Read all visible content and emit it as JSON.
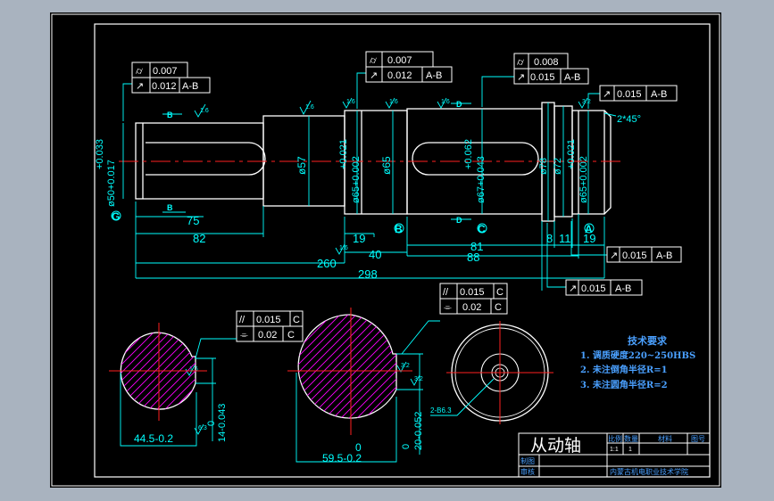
{
  "colors": {
    "background": "#a9b3bf",
    "paper": "#000000",
    "outline": "#ffffff",
    "dimension": "#00ffff",
    "centerline": "#ff2020",
    "hatch": "#ff00ff",
    "notes": "#4aa0ff",
    "title": "#ffffff"
  },
  "tolerance_frames": {
    "f1": {
      "sym1": "⌭",
      "val1": "0.007",
      "sym2": "↗",
      "val2": "0.012",
      "ref2": "A-B"
    },
    "f2": {
      "sym1": "⌭",
      "val1": "0.007",
      "sym2": "↗",
      "val2": "0.012",
      "ref2": "A-B"
    },
    "f3": {
      "sym1": "⌭",
      "val1": "0.008",
      "sym2": "↗",
      "val2": "0.015",
      "ref2": "A-B"
    },
    "f4": {
      "sym": "↗",
      "val": "0.015",
      "ref": "A-B"
    },
    "f5": {
      "sym": "↗",
      "val": "0.015",
      "ref": "A-B"
    },
    "f6": {
      "sym": "↗",
      "val": "0.015",
      "ref": "A-B"
    },
    "f7": {
      "sym1": "//",
      "val1": "0.015",
      "ref1": "C",
      "sym2": "⌯",
      "val2": "0.02",
      "ref2": "C"
    },
    "f8": {
      "sym1": "//",
      "val1": "0.015",
      "ref1": "C",
      "sym2": "⌯",
      "val2": "0.02",
      "ref2": "C"
    }
  },
  "dims": {
    "d_left_dia": "ø50+0.033 / +0.017",
    "d_left_dia_a": "+0.033",
    "d_left_dia_b": "ø50+0.017",
    "d_57": "ø57",
    "d_65a": "ø65+0.002",
    "d_65a_up": "+0.021",
    "d_65b": "ø65",
    "d_67": "ø67+0.043",
    "d_67_up": "+0.062",
    "d_78": "ø78",
    "d_72": "ø72",
    "d_65c": "ø65+0.002",
    "d_65c_up": "+0.021",
    "chamfer": "2*45°",
    "l75": "75",
    "l82": "82",
    "l19a": "19",
    "l40": "40",
    "l81": "81",
    "l8": "8",
    "l11": "11",
    "l88": "88",
    "l19b": "19",
    "l260": "260",
    "l298": "298",
    "s1_w": "44.5-0.2",
    "s1_key_a": "0",
    "s1_key_b": "14-0.043",
    "s2_w": "59.5-0.2",
    "s2_zero": "0",
    "s2_key": "20-0.052",
    "s2_key_zero": "0",
    "detail": "2-B6.3"
  },
  "datums": {
    "g": "G",
    "a": "A",
    "b": "B",
    "c": "C",
    "secB": "B",
    "secD": "D"
  },
  "roughness": [
    "1.6",
    "1.6",
    "1.6",
    "1.6",
    "1.6",
    "3.2",
    "1.6",
    "1.6",
    "3.2",
    "3.2",
    "6.3"
  ],
  "notes": {
    "heading": "技术要求",
    "line1": "1. 调质硬度220~250HBS",
    "line2": "2. 未注倒角半径R=1",
    "line3": "3. 未注圆角半径R=2"
  },
  "title_block": {
    "part_name": "从动轴",
    "h_ratio": "比例",
    "h_qty": "数量",
    "h_material": "材料",
    "h_drawing_no": "图号",
    "r_ratio": "1:1",
    "r_qty": "1",
    "designer": "制图",
    "reviewer": "审核",
    "school": "内蒙古机电职业技术学院"
  }
}
